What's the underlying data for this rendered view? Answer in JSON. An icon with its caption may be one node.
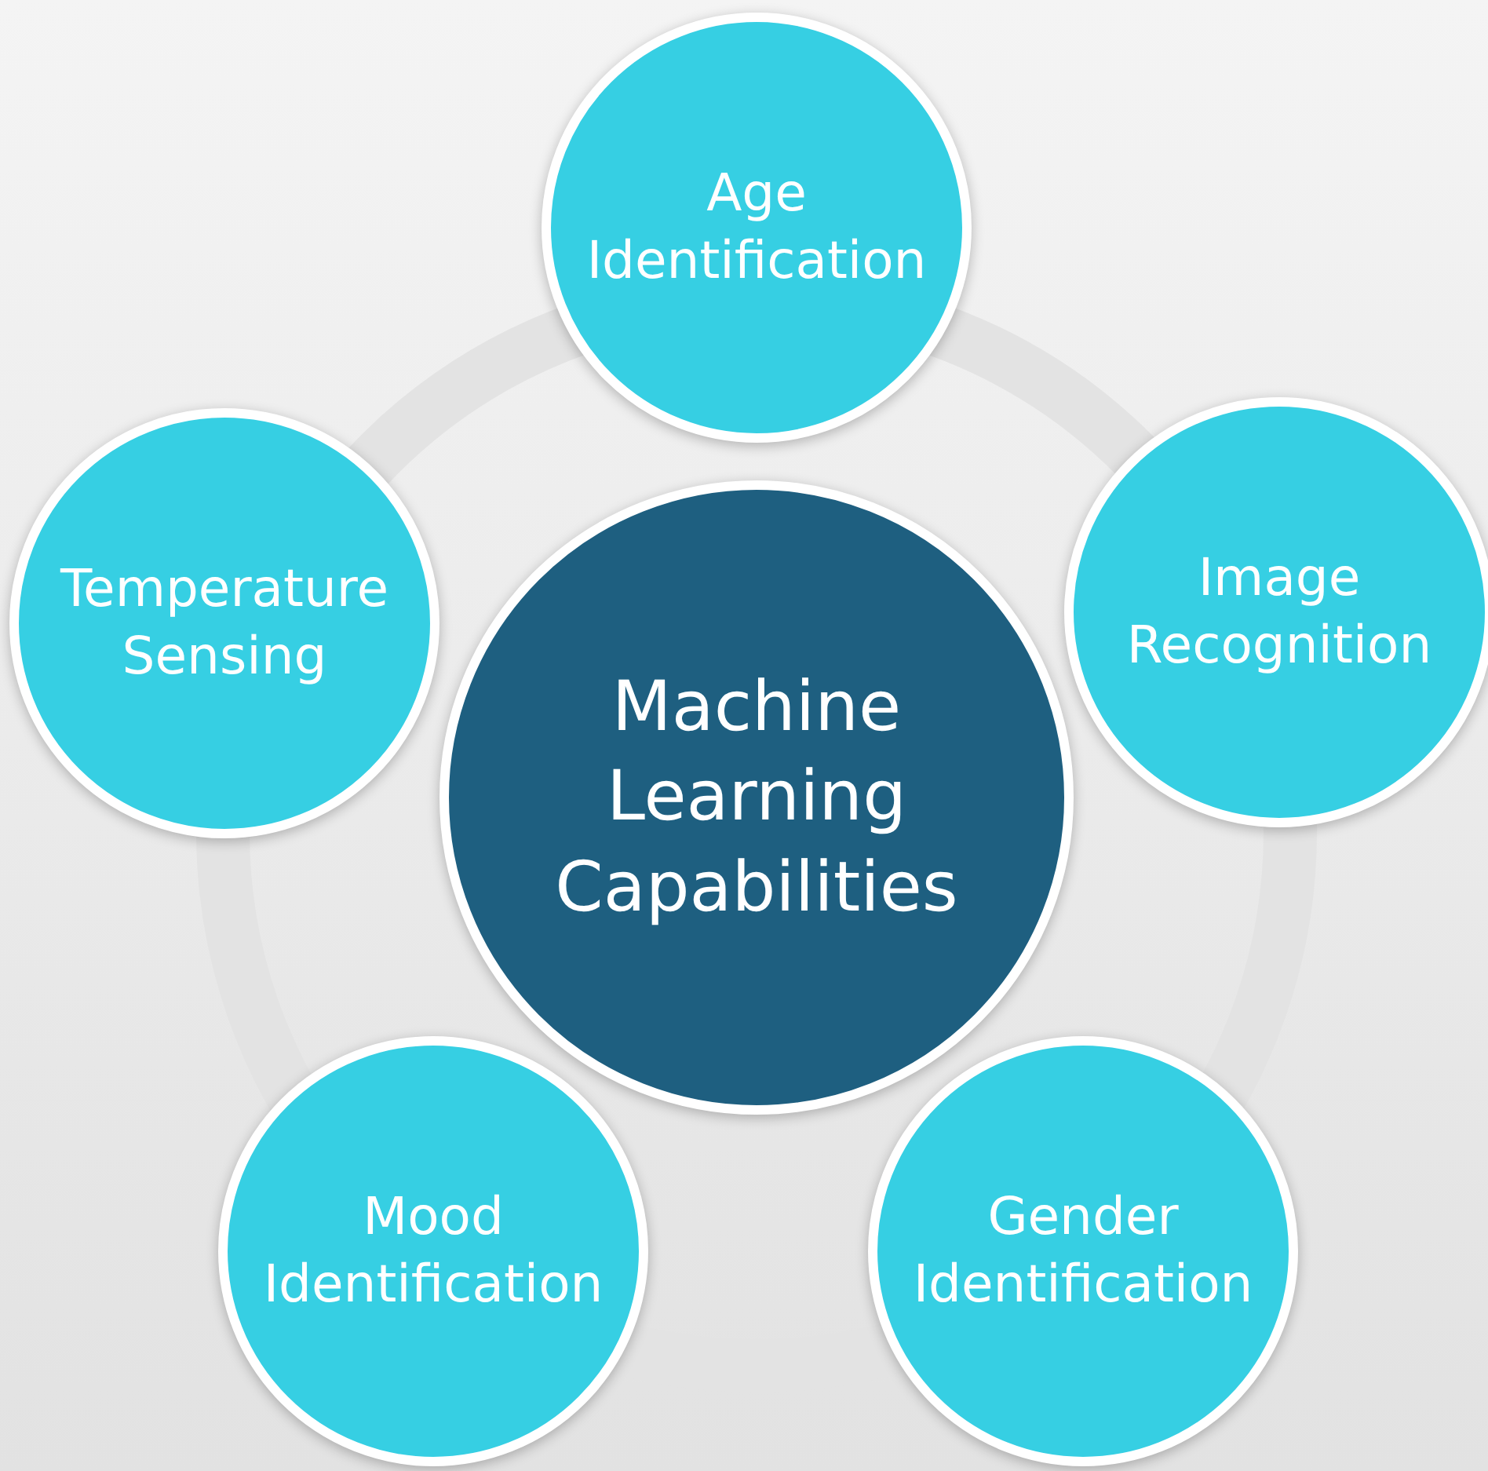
{
  "diagram": {
    "nodes": [
      {
        "text": [
          "Age Identification"
        ]
      },
      {
        "text": [
          "Temperature Sensing"
        ]
      },
      {
        "text": [
          "Image Recognition"
        ]
      },
      {
        "text": [
          "Machine Learning Capabilities"
        ]
      },
      {
        "text": [
          "Mood Identification"
        ]
      },
      {
        "text": [
          "Gender Identification"
        ]
      }
    ]
  }
}
